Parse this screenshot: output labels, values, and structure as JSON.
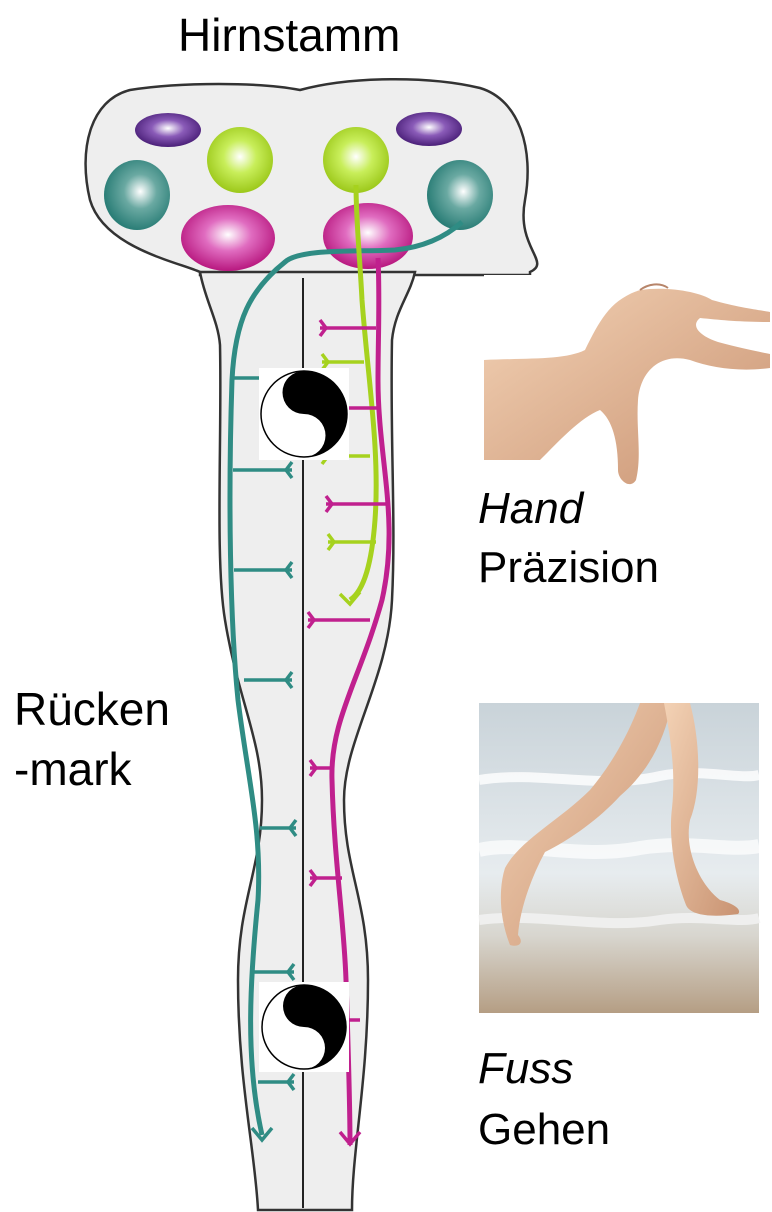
{
  "labels": {
    "brainstem": "Hirnstamm",
    "spinal_cord_line1": "Rücken",
    "spinal_cord_line2": "-mark",
    "hand_title": "Hand",
    "hand_subtitle": "Präzision",
    "foot_title": "Fuss",
    "foot_subtitle": "Gehen"
  },
  "colors": {
    "purple_nucleus": "#5b2a86",
    "green_nucleus": "#a6d21e",
    "teal_nucleus": "#2f8c84",
    "magenta_nucleus": "#c0208e",
    "cord_fill": "#eeeeee",
    "outline": "#333333"
  },
  "icons": {
    "yin_yang_upper": "yin-yang-icon",
    "yin_yang_lower": "yin-yang-icon",
    "hand_photo": "hand-photo",
    "foot_photo": "running-legs-photo"
  }
}
